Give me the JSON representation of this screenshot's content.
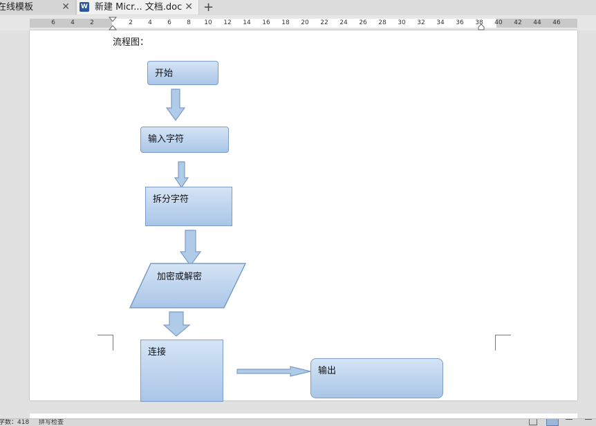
{
  "tabs": [
    {
      "label": "在线模板",
      "close": "✕"
    },
    {
      "label": "新建 Micr... 文档.doc",
      "close": "✕",
      "icon": "word-doc-icon"
    }
  ],
  "new_tab": "+",
  "ruler": {
    "ticks": [
      "6",
      "4",
      "2",
      "2",
      "4",
      "6",
      "8",
      "10",
      "12",
      "14",
      "16",
      "18",
      "20",
      "22",
      "24",
      "26",
      "28",
      "30",
      "32",
      "34",
      "36",
      "38",
      "40",
      "42",
      "44",
      "46"
    ]
  },
  "document": {
    "heading": "流程图：",
    "flow": {
      "start": "开始",
      "input": "输入字符",
      "split": "拆分字符",
      "crypt": "加密或解密",
      "connect": "连接",
      "output": "输出"
    }
  },
  "statusbar": {
    "wordcount": "字数：418",
    "spellcheck": "拼写检查"
  },
  "colors": {
    "shape_top": "#d5e4f5",
    "shape_bottom": "#a9c6e8",
    "shape_border": "#7a9cc6"
  }
}
